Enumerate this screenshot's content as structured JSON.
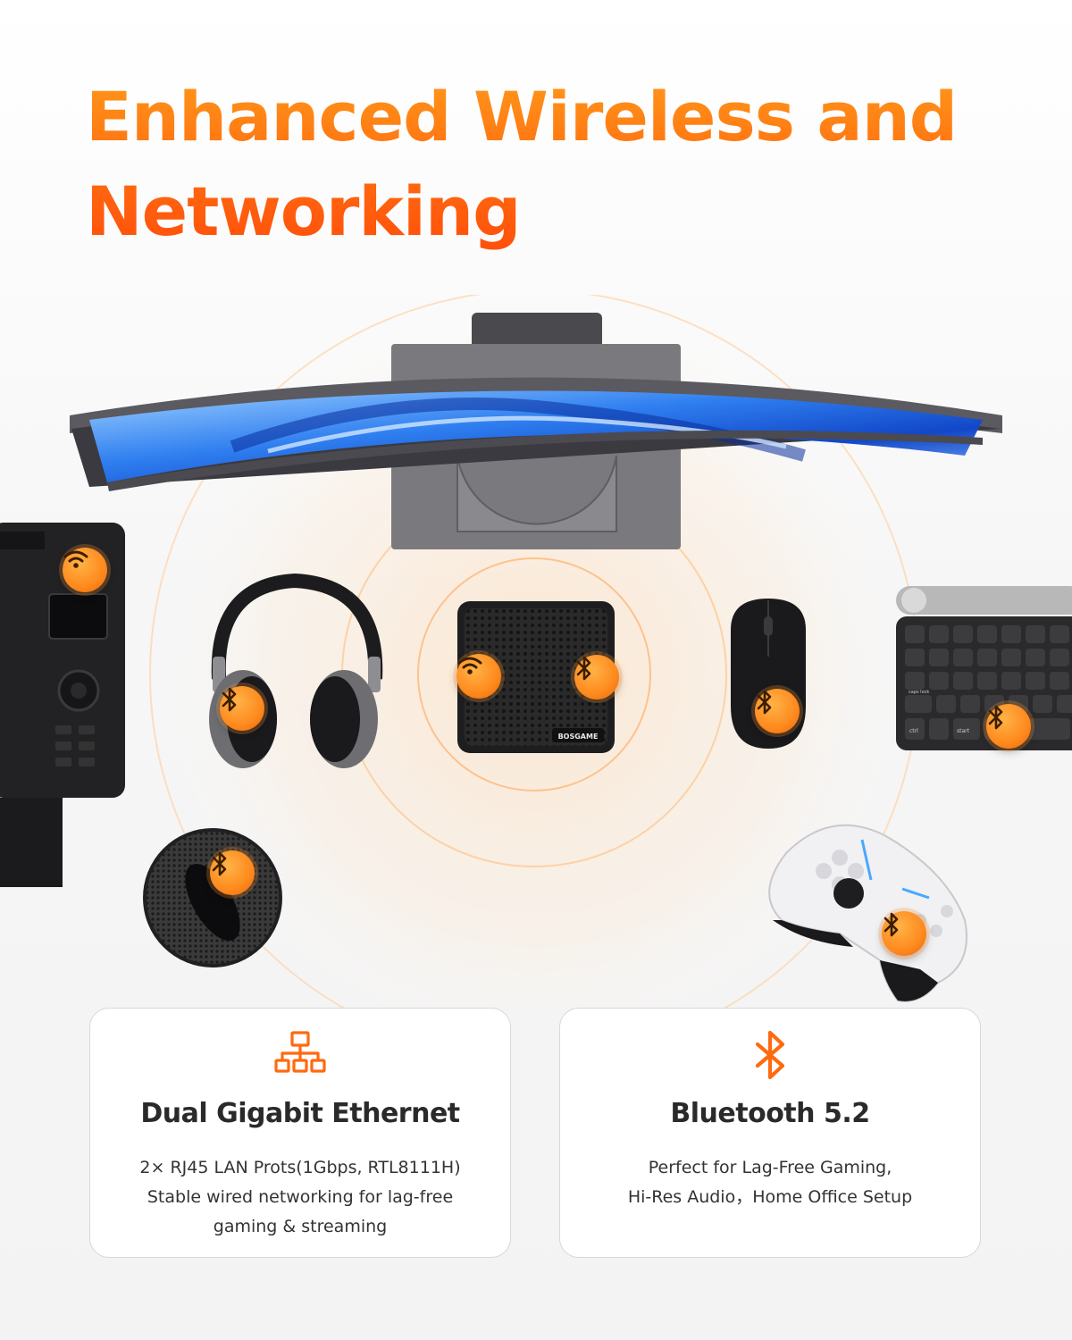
{
  "headline": {
    "line1": "Enhanced Wireless and",
    "line2": "Networking"
  },
  "device_brand": "BOSGAME",
  "keyboard_keys": {
    "caps": "caps lock",
    "ctrl": "ctrl",
    "start": "start"
  },
  "colors": {
    "accent_orange": "#ff7a12",
    "title_text": "#2a2a2a",
    "body_text": "#333333"
  },
  "badges": [
    {
      "icon": "wifi-icon",
      "device": "printer"
    },
    {
      "icon": "bluetooth-icon",
      "device": "headphones"
    },
    {
      "icon": "wifi-icon",
      "device": "mini-pc"
    },
    {
      "icon": "bluetooth-icon",
      "device": "mini-pc"
    },
    {
      "icon": "bluetooth-icon",
      "device": "mouse"
    },
    {
      "icon": "bluetooth-icon",
      "device": "keyboard"
    },
    {
      "icon": "bluetooth-icon",
      "device": "smart-speaker"
    },
    {
      "icon": "bluetooth-icon",
      "device": "game-controller"
    }
  ],
  "cards": {
    "ethernet": {
      "icon": "network-icon",
      "title": "Dual Gigabit Ethernet",
      "lines": [
        "2× RJ45 LAN Prots(1Gbps, RTL8111H)",
        "Stable wired networking for lag-free",
        "gaming & streaming"
      ]
    },
    "bluetooth": {
      "icon": "bluetooth-icon",
      "title": "Bluetooth 5.2",
      "lines": [
        "Perfect for Lag-Free Gaming,",
        "Hi-Res Audio，Home Office Setup"
      ]
    }
  }
}
